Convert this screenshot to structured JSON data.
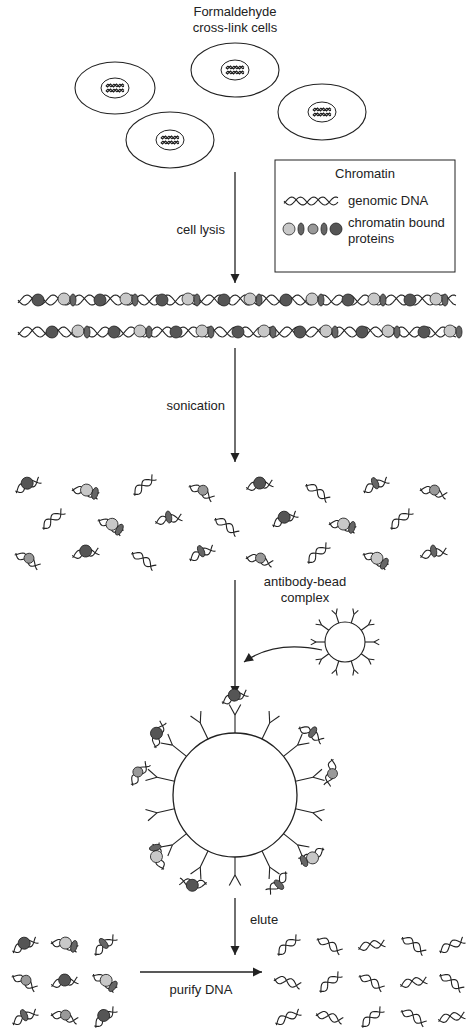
{
  "diagram": {
    "labels": [
      "Formaldehyde cross-link cells",
      "Chromatin",
      "cell lysis",
      "sonication",
      "antibody-bead complex",
      "elute",
      "purify DNA"
    ],
    "legend": [
      {
        "text": "genomic DNA"
      },
      {
        "text": "chromatin bound proteins"
      }
    ]
  }
}
